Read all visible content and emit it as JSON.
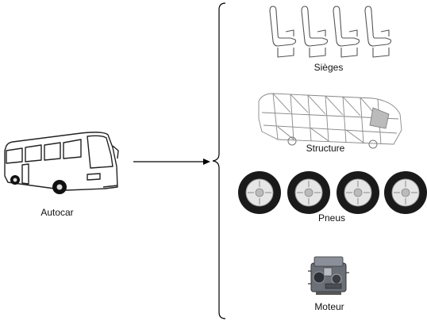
{
  "source": {
    "label": "Autocar",
    "icon": "bus-icon"
  },
  "components": [
    {
      "label": "Sièges",
      "icon": "seats-icon"
    },
    {
      "label": "Structure",
      "icon": "bus-frame-icon"
    },
    {
      "label": "Pneus",
      "icon": "tires-icon"
    },
    {
      "label": "Moteur",
      "icon": "engine-icon"
    }
  ],
  "colors": {
    "line": "#000000",
    "tire": "#1a1a1a",
    "rim": "#e6e6e6",
    "engine": "#6a6f78"
  }
}
